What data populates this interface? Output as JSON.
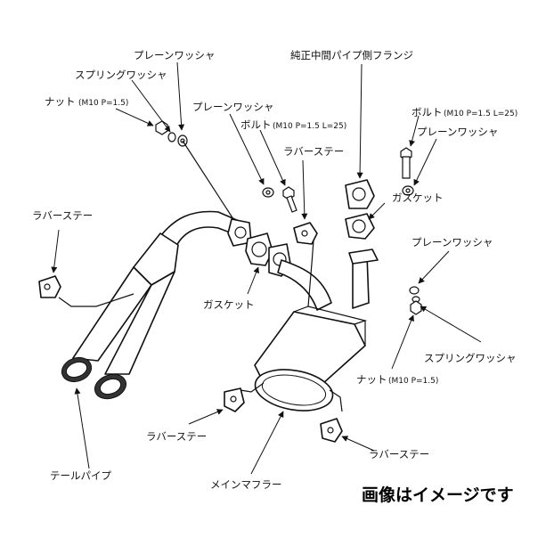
{
  "labels": {
    "plain_washer_top": "プレーンワッシャ",
    "spring_washer_top": "スプリングワッシャ",
    "nut_left": "ナット",
    "nut_left_spec": "(M10 P=1.5)",
    "plain_washer_mid": "プレーンワッシャ",
    "bolt_mid": "ボルト",
    "bolt_mid_spec": "(M10 P=1.5 L=25)",
    "flange_stock": "純正中間パイプ側フランジ",
    "bolt_right": "ボルト",
    "bolt_right_spec": "(M10 P=1.5 L=25)",
    "plain_washer_right_top": "プレーンワッシャ",
    "rubber_stay_mid": "ラバーステー",
    "gasket_right": "ガスケット",
    "rubber_stay_left": "ラバーステー",
    "plain_washer_right": "プレーンワッシャ",
    "gasket_center": "ガスケット",
    "spring_washer_right": "スプリングワッシャ",
    "nut_right": "ナット",
    "nut_right_spec": "(M10 P=1.5)",
    "rubber_stay_bottom_left": "ラバーステー",
    "rubber_stay_bottom_right": "ラバーステー",
    "tail_pipe": "テールパイプ",
    "main_muffler": "メインマフラー"
  },
  "notice": "画像はイメージです"
}
